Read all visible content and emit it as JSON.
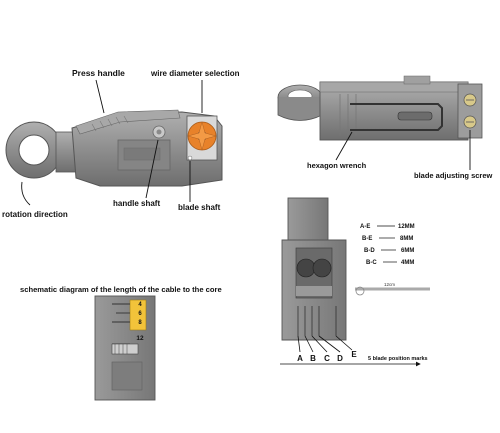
{
  "labels": {
    "press_handle": "Press handle",
    "wire_diameter_selection": "wire diameter selection",
    "rotation_direction": "rotation direction",
    "handle_shaft": "handle shaft",
    "blade_shaft": "blade shaft",
    "hexagon_wrench": "hexagon wrench",
    "blade_adjusting_screw": "blade adjusting screw",
    "schematic_diagram": "schematic diagram of the length of the cable to the core",
    "blade_position_marks": "5 blade position marks",
    "cable_length": "12cm"
  },
  "gauge_marks": [
    "4",
    "6",
    "8",
    "12"
  ],
  "blade_letters": [
    "A",
    "B",
    "C",
    "D",
    "E"
  ],
  "spacings": [
    {
      "pair": "A-E",
      "value": "12MM"
    },
    {
      "pair": "B-E",
      "value": "8MM"
    },
    {
      "pair": "B-D",
      "value": "6MM"
    },
    {
      "pair": "B-C",
      "value": "4MM"
    }
  ],
  "colors": {
    "tool_gray": "#8e8e8e",
    "tool_dark": "#5f5f5f",
    "blade_orange": "#e8822a",
    "gauge_yellow": "#f2c33a",
    "label_text": "#111111"
  }
}
